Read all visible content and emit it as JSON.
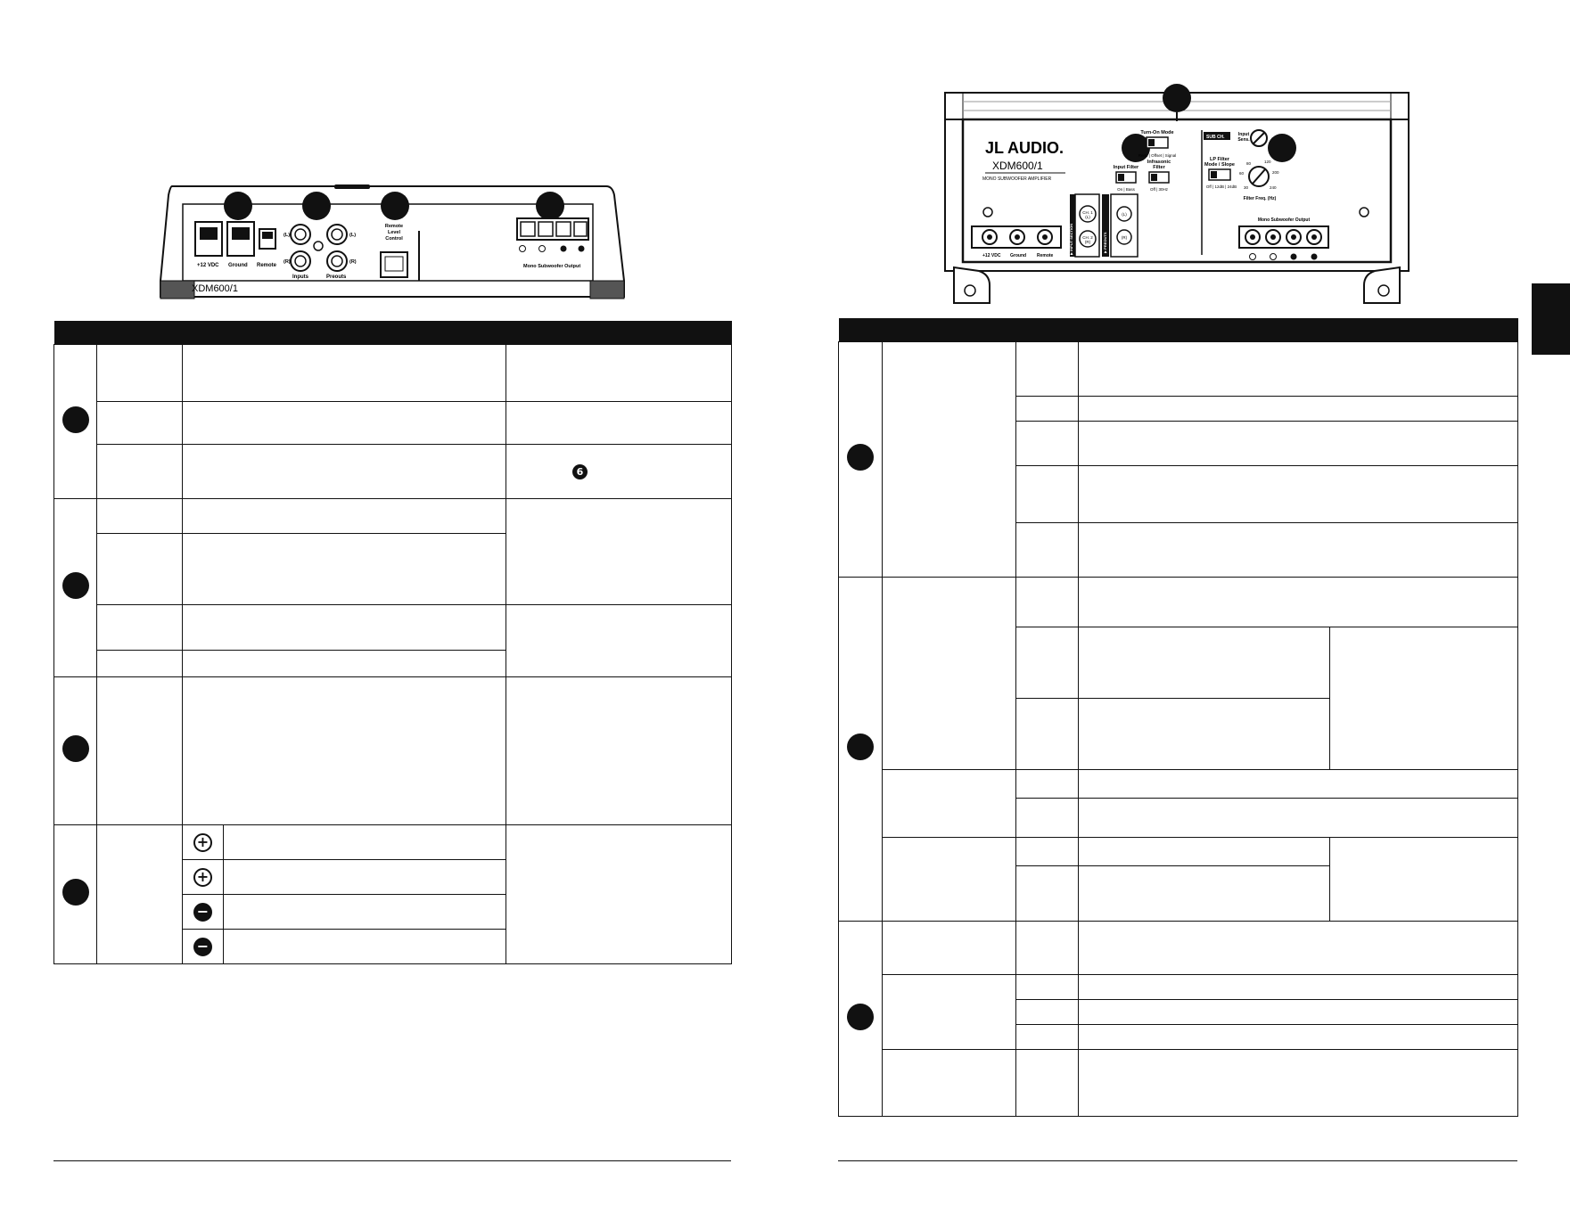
{
  "left_panel": {
    "brand_model": "XDM600/1",
    "terminal_labels": {
      "power": "+12 VDC",
      "ground": "Ground",
      "remote": "Remote",
      "inputs": "Inputs",
      "preouts": "Preouts",
      "left": "(L)",
      "right": "(R)",
      "remote_level_control": [
        "Remote",
        "Level",
        "Control"
      ],
      "mono_output": "Mono Subwoofer Output"
    },
    "output_polarity": [
      "+",
      "+",
      "−",
      "−"
    ]
  },
  "right_panel": {
    "brand": "JL AUDIO.",
    "model": "XDM600/1",
    "subtitle": "MONO SUBWOOFER AMPLIFIER",
    "turn_on_mode": [
      "Turn-On Mode",
      "Rem. | Offset | Signal"
    ],
    "input_filter": [
      "Input Filter",
      "On | Bass"
    ],
    "infrasonic": [
      "Infrasonic",
      "Filter",
      "Off | 30Hz"
    ],
    "sub_ch": "SUB CH.",
    "input_sens": [
      "Input",
      "Sens."
    ],
    "lp_filter": [
      "LP Filter",
      "Mode / Slope",
      "Off | 12dB | 24dB"
    ],
    "filter_freq": "Filter Freq. (Hz)",
    "filter_ticks": [
      "30",
      "60",
      "80",
      "120",
      "200",
      "240"
    ],
    "terminal_labels": {
      "power": "+12 VDC",
      "ground": "Ground",
      "remote": "Remote",
      "ch1": [
        "CH. 1",
        "(L)"
      ],
      "ch2": [
        "CH. 2",
        "(R)"
      ],
      "input_section": "▶ INPUT SECTION",
      "preouts": "▶ PREOUTS",
      "left": "(L)",
      "right": "(R)",
      "mono_output": "Mono Subwoofer Output"
    },
    "output_polarity": [
      "+",
      "+",
      "−",
      "−"
    ]
  },
  "inline_ref": "6",
  "polarity_column": [
    "+",
    "+",
    "−",
    "−"
  ]
}
